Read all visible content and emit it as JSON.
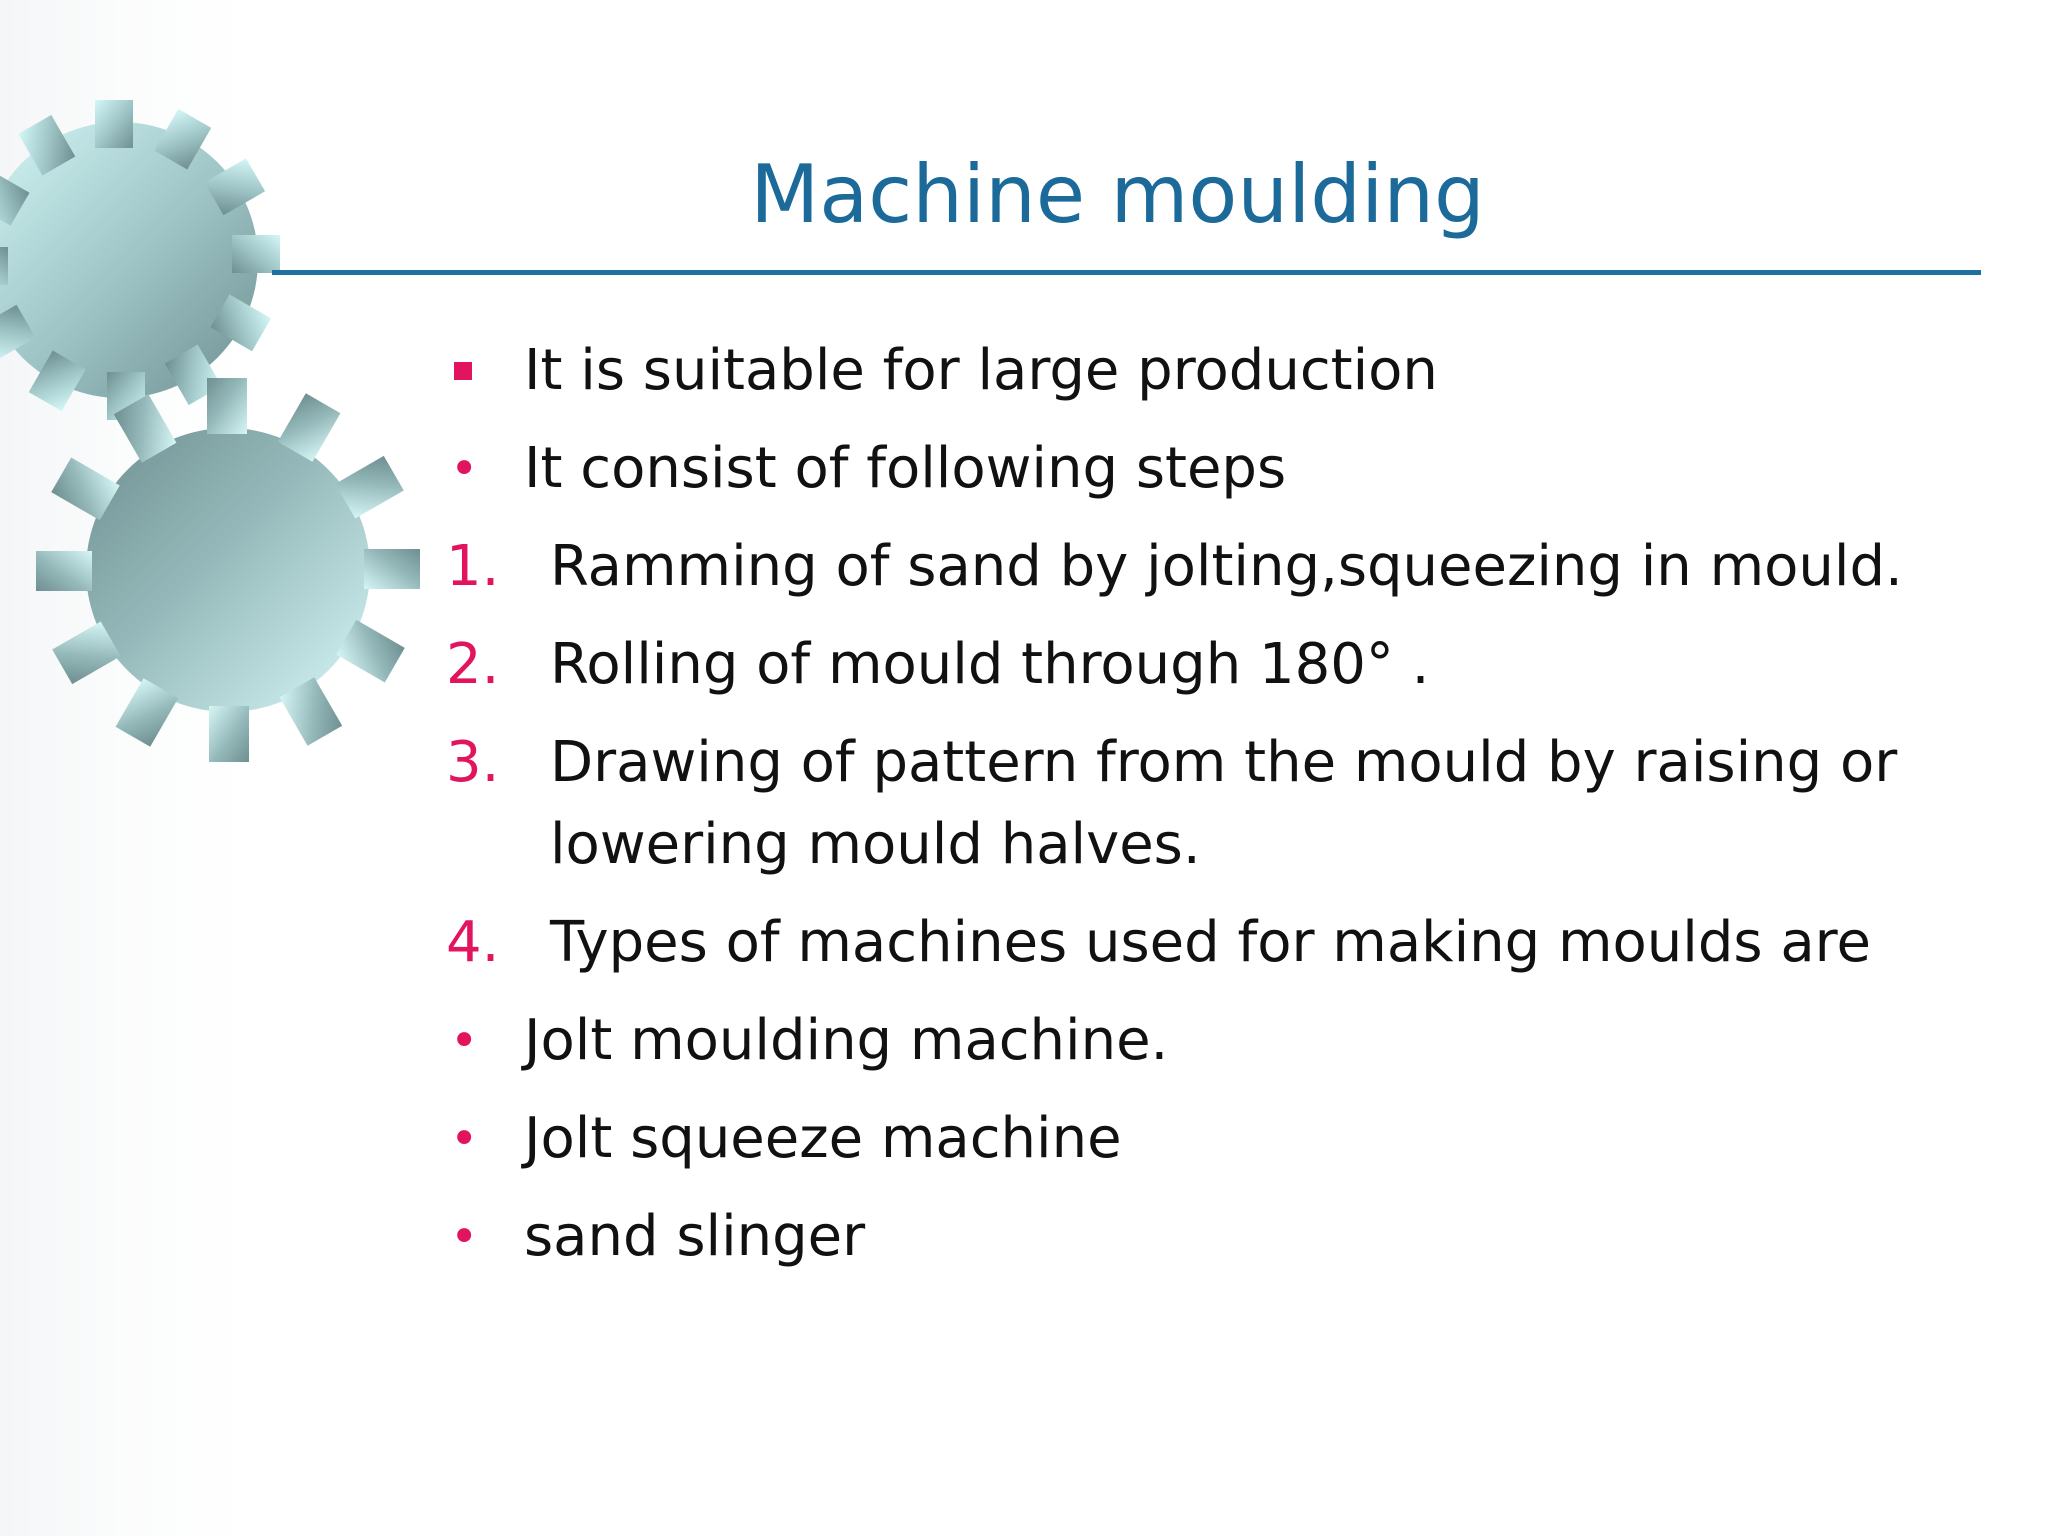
{
  "slide": {
    "title": "Machine moulding",
    "items": [
      {
        "marker": "",
        "text": "It is suitable for large production"
      },
      {
        "marker": "•",
        "text": "It consist of following steps"
      },
      {
        "marker": "1.",
        "text": "Ramming of sand by jolting,squeezing in mould."
      },
      {
        "marker": "2.",
        "text": "Rolling of mould through 180° ."
      },
      {
        "marker": "3.",
        "text": "Drawing of pattern from the mould by raising or lowering mould halves."
      },
      {
        "marker": "4.",
        "text": "Types of machines used for making moulds are"
      },
      {
        "marker": "•",
        "text": "Jolt moulding machine."
      },
      {
        "marker": "•",
        "text": "Jolt squeeze machine"
      },
      {
        "marker": "•",
        "text": "sand slinger"
      }
    ]
  },
  "colors": {
    "title": "#1b6a99",
    "rule": "#1f6fa0",
    "marker": "#e3145f",
    "body_text": "#111111",
    "gear_light": "#c8f0f0",
    "gear_dark": "#7d9a9c"
  }
}
